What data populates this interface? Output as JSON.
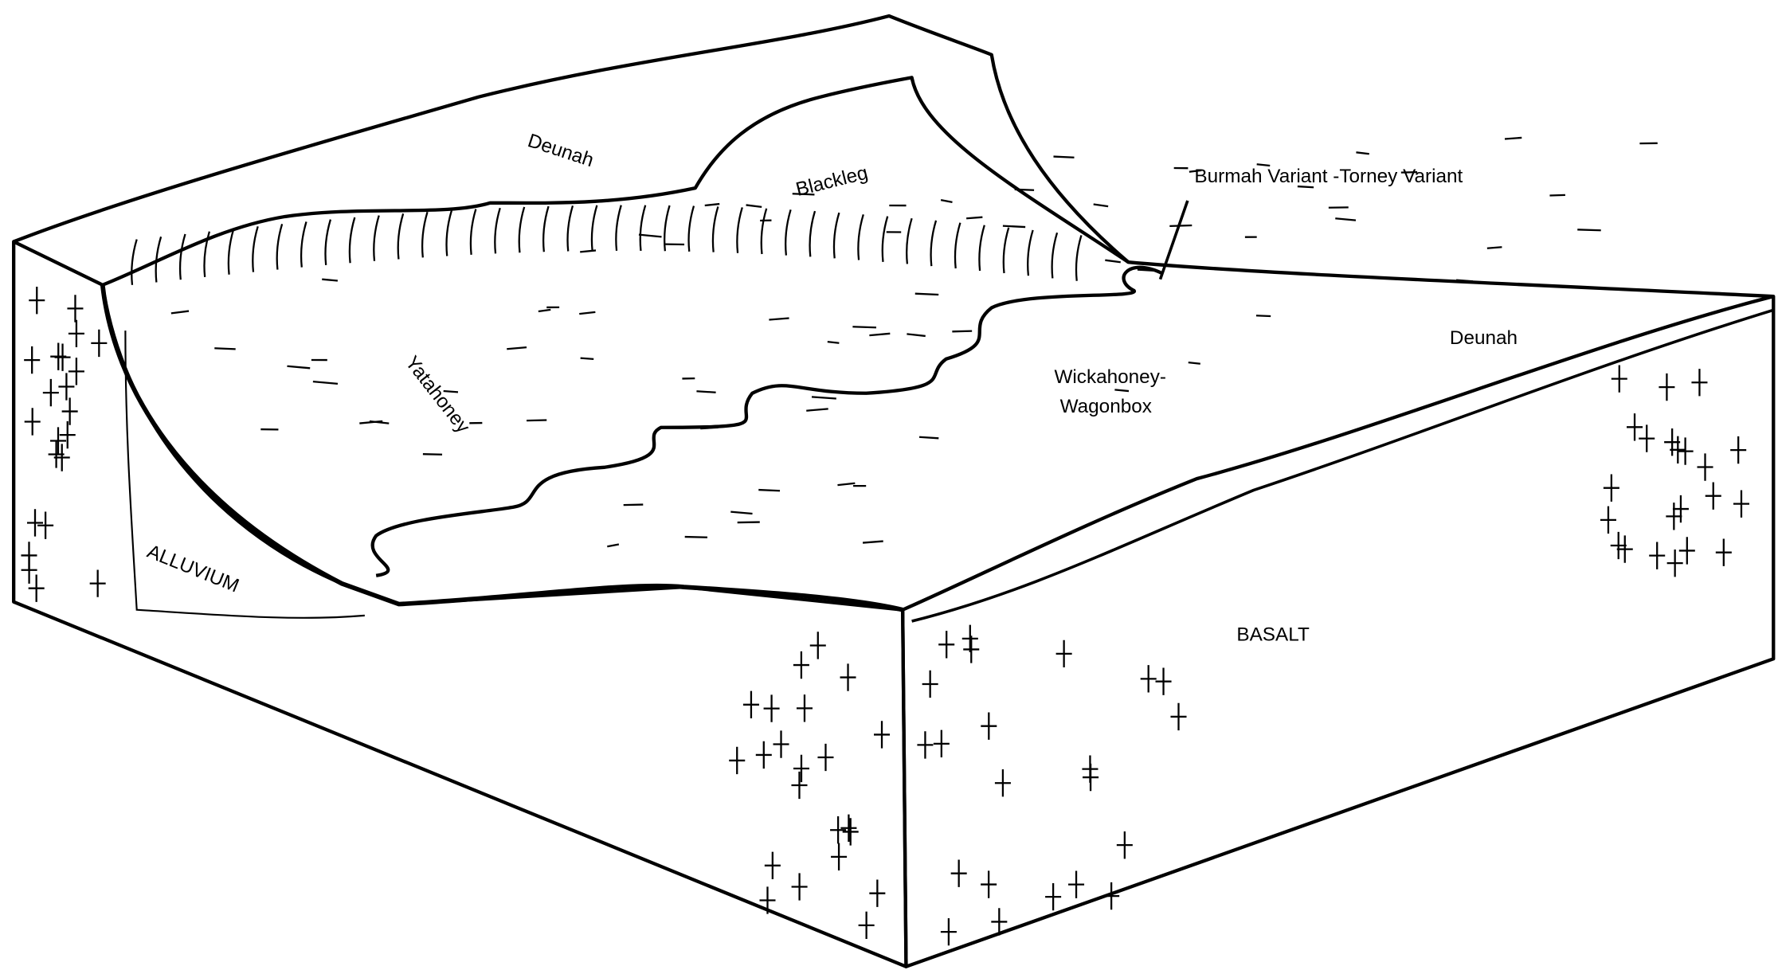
{
  "diagram": {
    "labels": {
      "deunah_upland": "Deunah",
      "blackleg": "Blackleg",
      "burmah_torney": "Burmah Variant -Torney Variant",
      "deunah_right": "Deunah",
      "wickahoney_1": "Wickahoney-",
      "wickahoney_2": "Wagonbox",
      "yatahoney": "Yatahoney",
      "alluvium": "ALLUVIUM",
      "basalt": "BASALT"
    },
    "colors": {
      "ink": "#000000",
      "paper": "#ffffff"
    }
  }
}
